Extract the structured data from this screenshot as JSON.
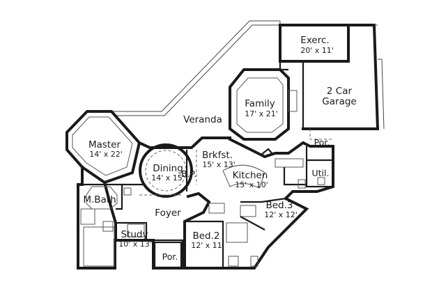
{
  "rooms": {
    "exercise": {
      "name": "Exerc.",
      "size": "20' x 11'"
    },
    "garage": {
      "name_line1": "2 Car",
      "name_line2": "Garage"
    },
    "family": {
      "name": "Family",
      "size": "17' x 21'"
    },
    "veranda": {
      "name": "Veranda"
    },
    "master": {
      "name": "Master",
      "size": "14' x 22'"
    },
    "breakfast": {
      "name": "Brkfst.",
      "size": "15' x 13'"
    },
    "porch_rear": {
      "name": "Por."
    },
    "dining": {
      "name": "Dining",
      "size": "14' x 15'"
    },
    "butler_pantry": {
      "name": "B.P."
    },
    "kitchen": {
      "name": "Kitchen",
      "size": "15' x 10'"
    },
    "utility": {
      "name": "Util."
    },
    "master_bath": {
      "name": "M.Bath"
    },
    "bed3": {
      "name": "Bed.3",
      "size": "12' x 12'"
    },
    "foyer": {
      "name": "Foyer"
    },
    "study": {
      "name": "Study",
      "size": "10' x 13'"
    },
    "bed2": {
      "name": "Bed.2",
      "size": "12' x 11'"
    },
    "porch_front": {
      "name": "Por."
    }
  }
}
